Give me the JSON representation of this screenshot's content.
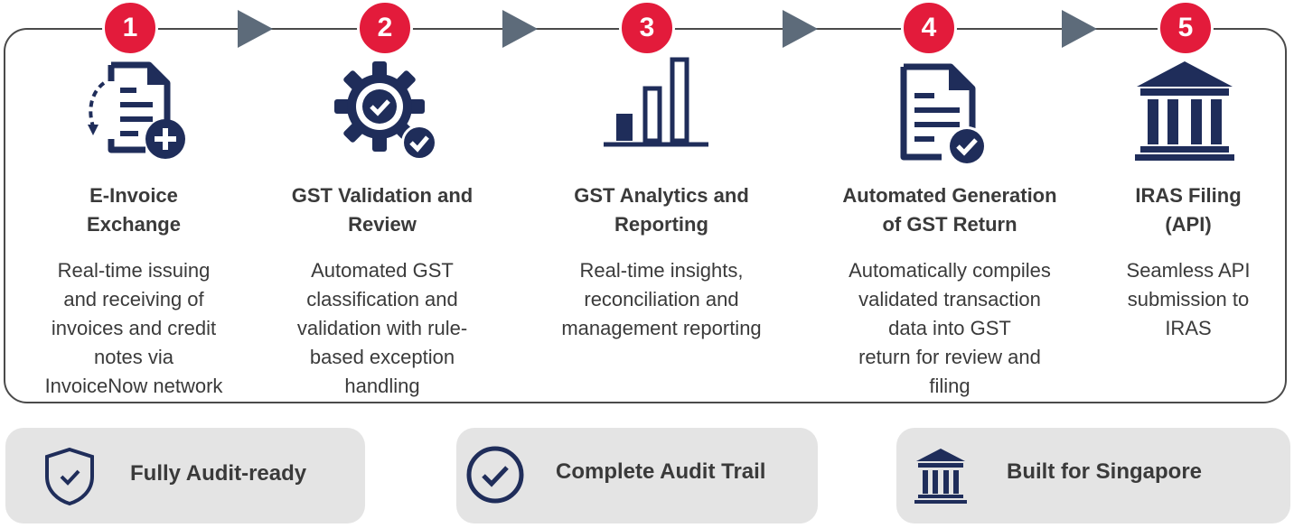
{
  "colors": {
    "badge": "#e31b3b",
    "icon_navy": "#1f2d5a",
    "arrow": "#5d6b7a",
    "pill_bg": "#e4e4e4"
  },
  "steps": [
    {
      "number": "1",
      "icon": "e-invoice-icon",
      "title": [
        "E-Invoice",
        "Exchange"
      ],
      "description": [
        "Real-time issuing",
        "and receiving of",
        "invoices and credit",
        "notes via",
        "InvoiceNow network"
      ]
    },
    {
      "number": "2",
      "icon": "gear-check-icon",
      "title": [
        "GST Validation and",
        "Review"
      ],
      "description": [
        "Automated GST",
        "classification and",
        "validation with rule-",
        "based exception",
        "handling"
      ]
    },
    {
      "number": "3",
      "icon": "bar-chart-icon",
      "title": [
        "GST Analytics and",
        "Reporting"
      ],
      "description": [
        "Real-time insights,",
        "reconciliation and",
        "management reporting"
      ]
    },
    {
      "number": "4",
      "icon": "document-check-icon",
      "title": [
        "Automated Generation",
        "of GST Return"
      ],
      "description": [
        "Automatically compiles",
        "validated transaction",
        "data into GST",
        "return for review and",
        "filing"
      ]
    },
    {
      "number": "5",
      "icon": "bank-building-icon",
      "title": [
        "IRAS Filing",
        "(API)"
      ],
      "description": [
        "Seamless API",
        "submission to",
        "IRAS"
      ]
    }
  ],
  "features": [
    {
      "label": "Fully Audit-ready",
      "icon": "shield-check-icon"
    },
    {
      "label": "Complete Audit Trail",
      "icon": "circle-check-icon"
    },
    {
      "label": "Built for Singapore",
      "icon": "bank-building-icon"
    }
  ]
}
